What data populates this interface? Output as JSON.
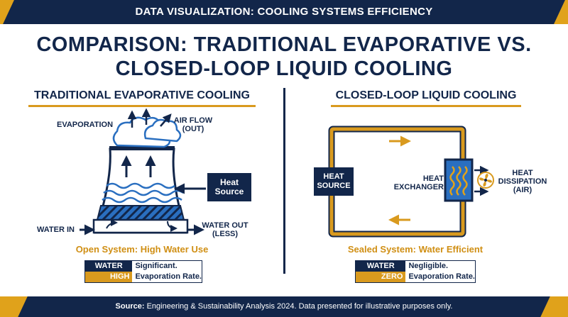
{
  "header": {
    "title": "DATA VISUALIZATION: COOLING SYSTEMS EFFICIENCY"
  },
  "main_title": {
    "line1": "COMPARISON: TRADITIONAL EVAPORATIVE VS.",
    "line2": "CLOSED-LOOP LIQUID COOLING"
  },
  "left_panel": {
    "title": "TRADITIONAL EVAPORATIVE COOLING",
    "labels": {
      "evaporation": "EVAPORATION",
      "air_flow_1": "AIR FLOW",
      "air_flow_2": "(OUT)",
      "heat_source_1": "Heat",
      "heat_source_2": "Source",
      "water_in": "WATER IN",
      "water_out_1": "WATER OUT",
      "water_out_2": "(LESS)"
    },
    "caption": "Open System: High Water Use",
    "loss": {
      "key": "WATER LOSS:",
      "value": "HIGH",
      "line1": "Significant.",
      "line2": "Evaporation Rate."
    }
  },
  "right_panel": {
    "title": "CLOSED-LOOP LIQUID COOLING",
    "labels": {
      "heat_source_1": "HEAT",
      "heat_source_2": "SOURCE",
      "heat_exchanger_1": "HEAT",
      "heat_exchanger_2": "EXCHANGER",
      "heat_dissipation_1": "HEAT",
      "heat_dissipation_2": "DISSIPATION",
      "heat_dissipation_3": "(AIR)"
    },
    "caption": "Sealed System: Water Efficient",
    "loss": {
      "key": "WATER LOSS:",
      "value": "ZERO",
      "line1": "Negligible.",
      "line2": "Evaporation Rate."
    }
  },
  "footer": {
    "source_label": "Source:",
    "source_text": "Engineering & Sustainability Analysis 2024. Data presented for illustrative purposes only."
  },
  "colors": {
    "navy": "#12264a",
    "gold": "#d99a1e",
    "water": "#2a6fc0",
    "white": "#ffffff"
  }
}
